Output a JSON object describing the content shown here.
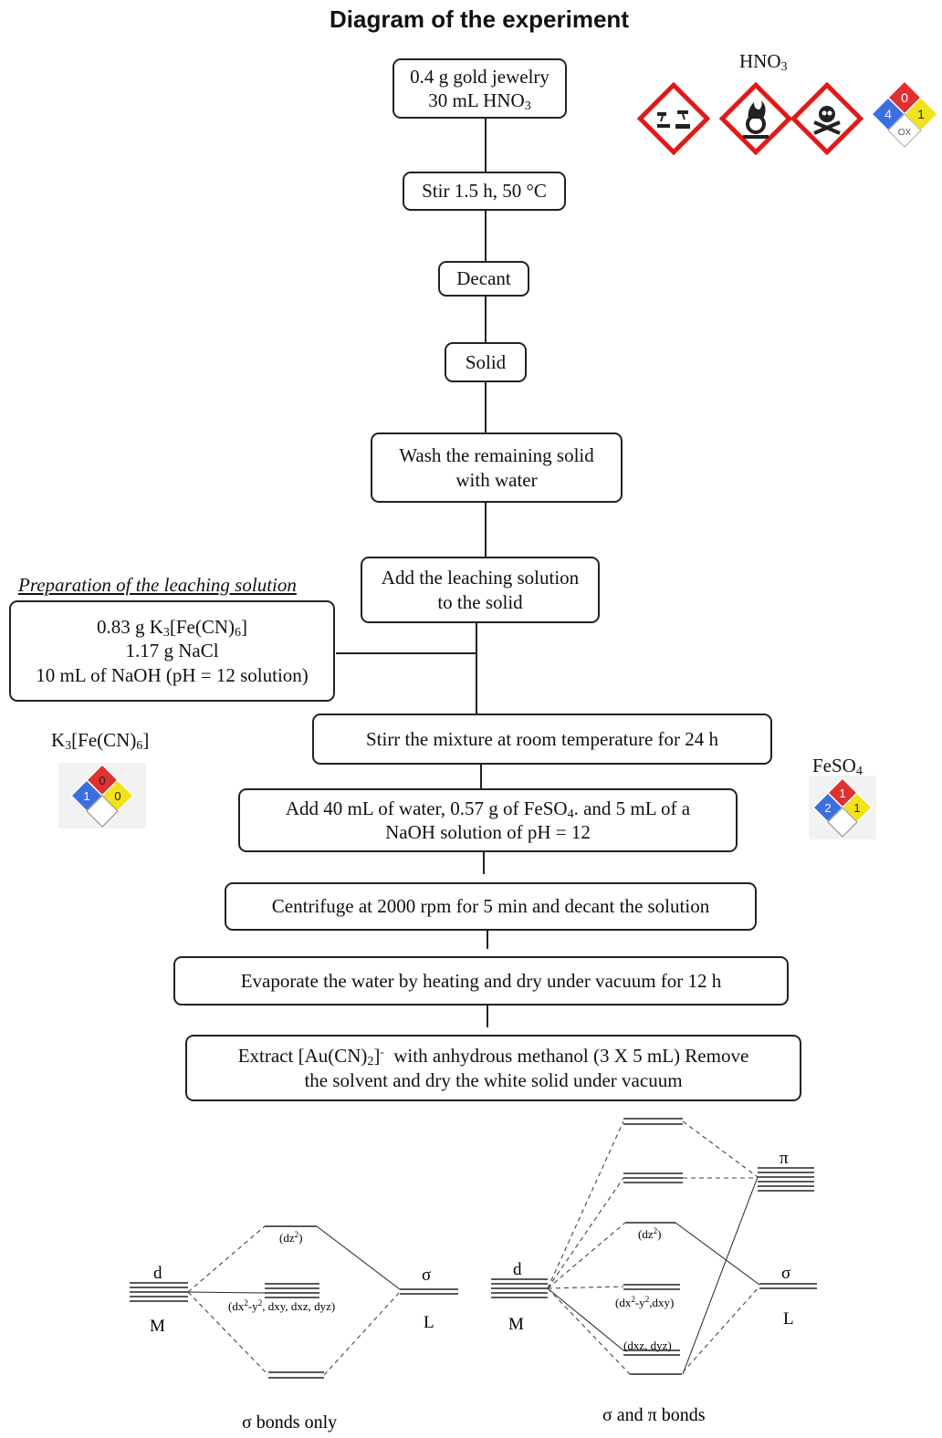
{
  "title": "Diagram of the experiment",
  "steps": {
    "s1_line1": "0.4 g gold jewelry",
    "s1_line2": "30 mL HNO",
    "s1_line2_sub": "3",
    "s2": "Stir 1.5 h, 50 °C",
    "s3": "Decant",
    "s4": "Solid",
    "s5_line1": "Wash the remaining solid",
    "s5_line2": "with water",
    "s6_line1": "Add the leaching solution",
    "s6_line2": "to the solid",
    "s7": "Stirr the mixture at room temperature for 24 h",
    "s8_line1_a": "Add 40 mL of water, 0.57 g of FeSO",
    "s8_line1_sub": "4",
    "s8_line1_b": ". and 5 mL of a",
    "s8_line2": "NaOH solution of pH = 12",
    "s9": "Centrifuge at 2000 rpm for 5 min and decant the solution",
    "s10": "Evaporate the water by heating and dry under vacuum for 12 h",
    "s11_line1_a": "Extract [Au(CN)",
    "s11_line1_sub": "2",
    "s11_line1_b": "]",
    "s11_line1_sup": "-",
    "s11_line1_c": "  with anhydrous methanol (3 X 5 mL) Remove",
    "s11_line2": "the solvent and dry the white solid under vacuum"
  },
  "leaching": {
    "heading": "Preparation of the leaching solution",
    "line1_a": "0.83 g K",
    "line1_sub1": "3",
    "line1_b": "[Fe(CN)",
    "line1_sub2": "6",
    "line1_c": "]",
    "line2": "1.17 g NaCl",
    "line3": "10 mL of NaOH (pH = 12 solution)"
  },
  "hazards": {
    "hno3_label": "HNO",
    "hno3_sub": "3",
    "hno3_nfpa": {
      "health": "4",
      "flammability": "0",
      "instability": "1",
      "special": "OX"
    },
    "k3fe_label_a": "K",
    "k3fe_sub1": "3",
    "k3fe_label_b": "[Fe(CN)",
    "k3fe_sub2": "6",
    "k3fe_label_c": "]",
    "k3fe_nfpa": {
      "health": "1",
      "flammability": "0",
      "instability": "0"
    },
    "feso4_label": "FeSO",
    "feso4_sub": "4",
    "feso4_nfpa": {
      "health": "2",
      "flammability": "1",
      "instability": "1"
    },
    "colors": {
      "health": "#3b6fe0",
      "flammability": "#e03030",
      "instability": "#f2e21a",
      "ghs": "#e01a1a"
    },
    "pictograms": [
      "corrosion-icon",
      "oxidizer-flame-icon",
      "skull-crossbones-icon"
    ]
  },
  "mo": {
    "left": {
      "d_label": "d",
      "m_label": "M",
      "sigma_label": "σ",
      "l_label": "L",
      "dz2": "(dz",
      "dz2_sup": "2",
      "dz2_end": ")",
      "nonbond": "(dx",
      "nonbond_sup": "2",
      "nonbond_mid": "-y",
      "nonbond_sup2": "2",
      "nonbond_end": ", dxy, dxz, dyz)",
      "caption": "σ bonds only"
    },
    "right": {
      "d_label": "d",
      "m_label": "M",
      "sigma_label": "σ",
      "pi_label": "π",
      "l_label": "L",
      "dz2": "(dz",
      "dz2_sup": "2",
      "dz2_end": ")",
      "mid": "(dx",
      "mid_sup": "2",
      "mid_a": "-y",
      "mid_sup2": "2",
      "mid_end": ",dxy)",
      "low": "(dxz, dyz)",
      "caption": "σ and π bonds"
    }
  }
}
